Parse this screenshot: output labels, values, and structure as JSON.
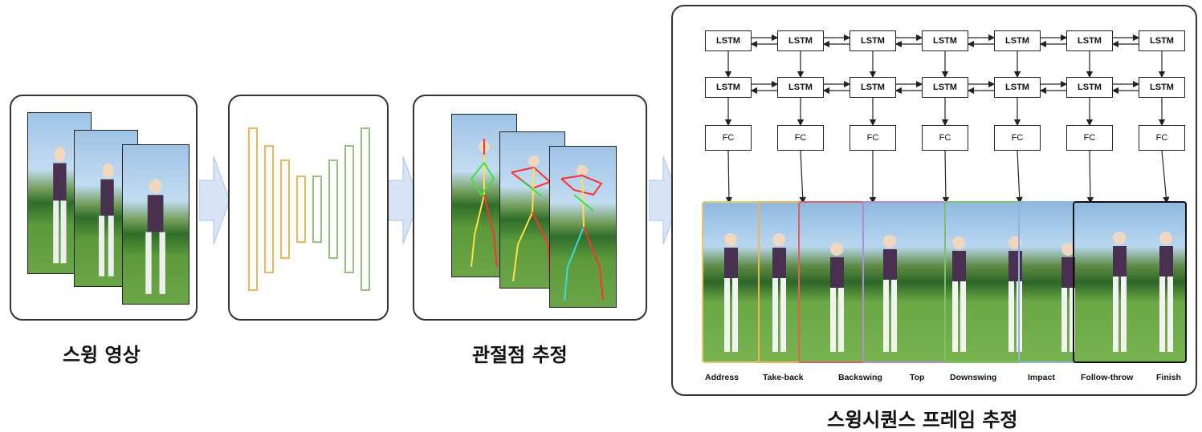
{
  "captions": {
    "swing_video": "스윙 영상",
    "pose_estimation": "관절점 추정",
    "sequence_estimation": "스윙시퀀스 프레임 추정"
  },
  "network": {
    "lstm_label": "LSTM",
    "fc_label": "FC",
    "lstm_rows": 2,
    "columns": 7
  },
  "phases": [
    "Address",
    "Take-back",
    "Backswing",
    "Top",
    "Downswing",
    "Impact",
    "Follow-throw",
    "Finish"
  ],
  "colors": {
    "encoder_bar": "#f4b454",
    "decoder_bar": "#93c47d",
    "arrow_fill": "#d6e4f5",
    "frame_address": "#e8c46a",
    "frame_takeback": "#f0b450",
    "frame_backswing": "#e06060",
    "frame_top": "#b58ad6",
    "frame_downswing": "#7cc06a",
    "frame_impact": "#8fb4e0",
    "frame_finish": "#111111"
  }
}
